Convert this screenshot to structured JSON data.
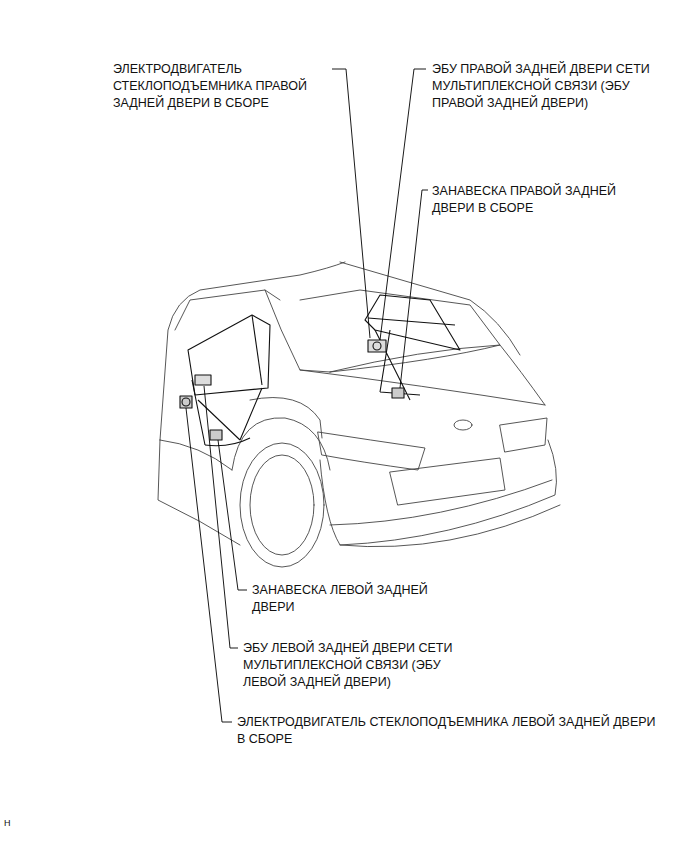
{
  "diagram": {
    "labels": [
      "ЭЛЕКТРОДВИГАТЕЛЬ СТЕКЛОПОДЪЕМНИКА ПРАВОЙ ЗАДНЕЙ ДВЕРИ В СБОРЕ",
      "ЭБУ ПРАВОЙ ЗАДНЕЙ ДВЕРИ СЕТИ МУЛЬТИПЛЕКСНОЙ СВЯЗИ (ЭБУ ПРАВОЙ ЗАДНЕЙ ДВЕРИ)",
      "ЗАНАВЕСКА ПРАВОЙ ЗАДНЕЙ ДВЕРИ В СБОРЕ",
      "ЗАНАВЕСКА ЛЕВОЙ ЗАДНЕЙ ДВЕРИ",
      "ЭБУ ЛЕВОЙ ЗАДНЕЙ ДВЕРИ СЕТИ МУЛЬТИПЛЕКСНОЙ СВЯЗИ (ЭБУ ЛЕВОЙ ЗАДНЕЙ ДВЕРИ)",
      "ЭЛЕКТРОДВИГАТЕЛЬ СТЕКЛОПОДЪЕМНИКА ЛЕВОЙ ЗАДНЕЙ ДВЕРИ В СБОРЕ",
      "H"
    ]
  }
}
